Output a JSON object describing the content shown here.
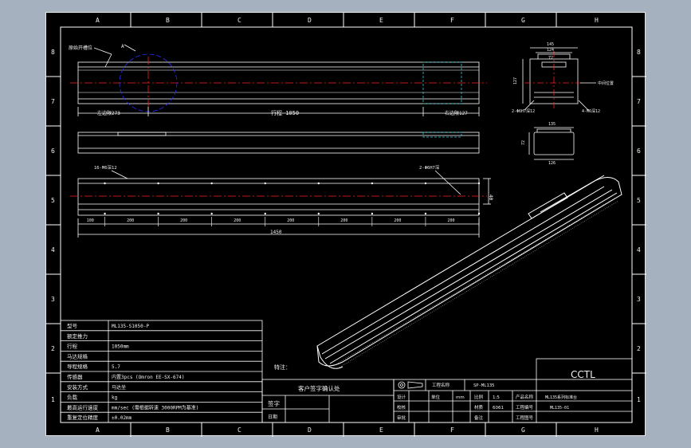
{
  "colors": {
    "background": "#a5b1bf",
    "sheet": "#000000",
    "line": "#ffffff",
    "centerline": "#ff2020",
    "detail_circle": "#2b2bff",
    "hidden": "#35c8d8"
  },
  "border": {
    "columns": [
      "A",
      "B",
      "C",
      "D",
      "E",
      "F",
      "G",
      "H"
    ],
    "rows": [
      "8",
      "7",
      "6",
      "5",
      "4",
      "3",
      "2",
      "1"
    ]
  },
  "views": {
    "top": {
      "label_left": "原始开槽位",
      "label_a": "A",
      "dim_left": "左边限273",
      "dim_total": "行程 1050",
      "dim_right": "右边限127"
    },
    "bottom": {
      "label_holes_left": "16-M6深12",
      "label_holes_right": "2-Φ6H7深",
      "pitch": [
        "100",
        "200",
        "200",
        "200",
        "200",
        "200",
        "200",
        "200"
      ],
      "overall": "1450",
      "height": "40"
    },
    "end": {
      "dims_top": [
        "145",
        "124"
      ],
      "dim_inner": "72",
      "dim_side": "127",
      "label_right": "中间位置",
      "label_pin": "2-Φ6H7深12",
      "label_m": "4-M6深12"
    },
    "section": {
      "width_top": "135",
      "height": "72",
      "width_bottom": "126"
    }
  },
  "spec_table": [
    {
      "label": "型号",
      "value": "ML135-S1050-P"
    },
    {
      "label": "额定推力",
      "value": ""
    },
    {
      "label": "行程",
      "value": "1050mm"
    },
    {
      "label": "马达规格",
      "value": ""
    },
    {
      "label": "导程规格",
      "value": "5.7"
    },
    {
      "label": "传感器",
      "value": "内置3pcs (Omron EE-SX-674)"
    },
    {
      "label": "安装方式",
      "value": "马达坐"
    },
    {
      "label": "负载",
      "value": "kg"
    },
    {
      "label": "最高运行速度",
      "value": "mm/sec (需根据转速 3000RPM为基准)"
    },
    {
      "label": "重复定位精度",
      "value": "±0.02mm"
    }
  ],
  "notes_label": "特注：",
  "customer_confirm": "客户签字确认处",
  "sign_label": "签字",
  "date_label": "日期",
  "title_block": {
    "company": "CCTL",
    "drawing_name_label": "工程名称",
    "drawing_name": "SP-ML135",
    "drawing_title": "ML135系列标准台",
    "drawing_no": "ML135-01",
    "rows": [
      {
        "a": "设计",
        "b": "单位",
        "c": "mm",
        "d": "比例",
        "e": "1:5",
        "f": "产品名称"
      },
      {
        "a": "校核",
        "b": "",
        "c": "",
        "d": "材质",
        "e": "6061",
        "f": "工程编号"
      },
      {
        "a": "审批",
        "b": "",
        "c": "",
        "d": "备注",
        "e": "",
        "f": "工程图号"
      }
    ]
  }
}
